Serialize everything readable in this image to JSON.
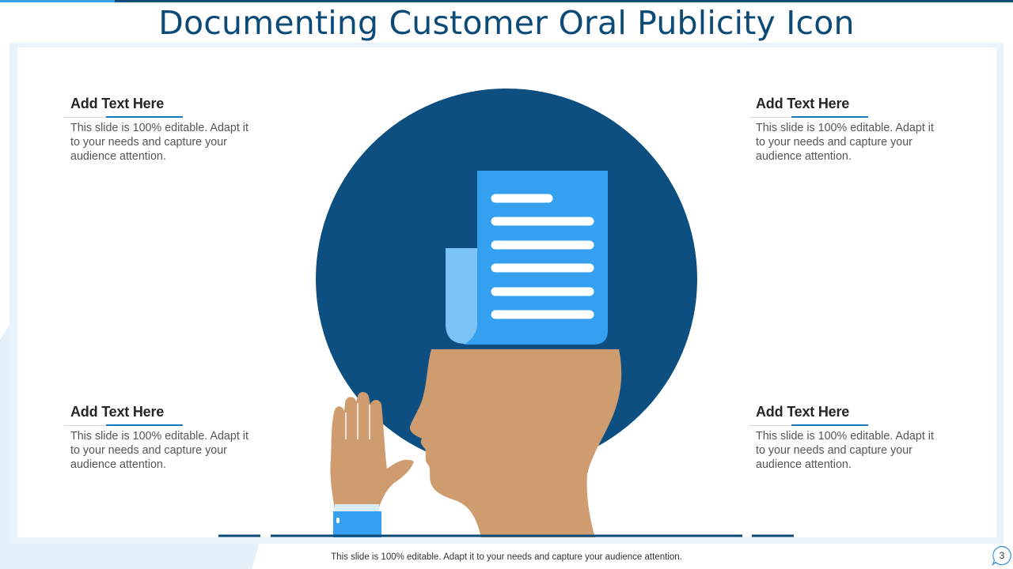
{
  "slide": {
    "title": "Documenting Customer Oral Publicity Icon",
    "footer": "This slide is 100% editable. Adapt it to your  needs and capture your audience attention.",
    "page_number": "3"
  },
  "text_blocks": [
    {
      "heading": "Add Text Here",
      "body": "This slide is 100% editable. Adapt it\nto your  needs and capture your\naudience attention."
    },
    {
      "heading": "Add Text Here",
      "body": "This slide is 100% editable. Adapt it\nto your  needs and capture your\naudience attention."
    },
    {
      "heading": "Add Text Here",
      "body": "This slide is 100% editable. Adapt it\nto your  needs and capture your\naudience attention."
    },
    {
      "heading": "Add Text Here",
      "body": "This slide is 100% editable. Adapt it\nto your  needs and capture your\naudience attention."
    }
  ],
  "colors": {
    "title": "#0c4a78",
    "circle": "#0c4f80",
    "document": "#35a0ef",
    "document_fold": "#7cc4f7",
    "skin": "#cf9c6f",
    "sleeve": "#35a0ef",
    "panel": "#e9f3fb"
  },
  "icons": {
    "illustration": "head-with-document-and-hand-icon",
    "page_badge": "speech-bubble-icon"
  }
}
